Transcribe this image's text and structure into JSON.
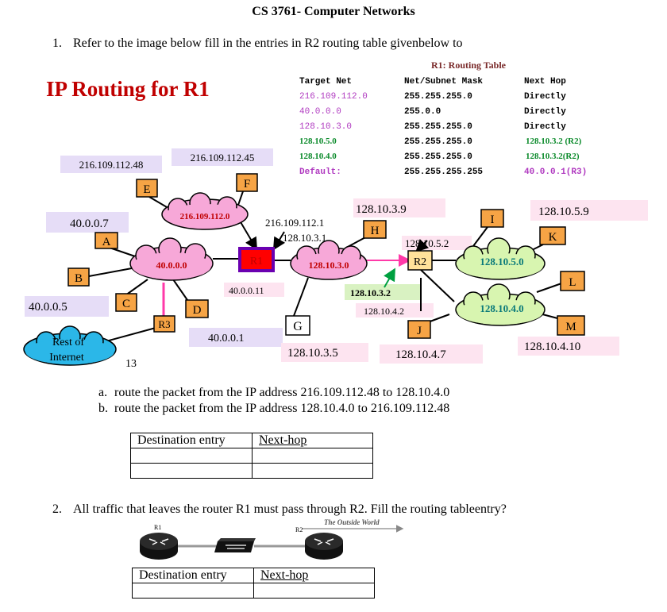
{
  "title": "CS 3761- Computer Networks",
  "q1": {
    "number": "1.",
    "text": "Refer to the image below fill in the entries in R2 routing table givenbelow to",
    "sub_a_letter": "a.",
    "sub_a": "route the packet from the IP address 216.109.112.48 to 128.10.4.0",
    "sub_b_letter": "b.",
    "sub_b": "route the packet from the IP address 128.10.4.0 to 216.109.112.48",
    "table_headers": [
      "Destination entry",
      "Next-hop"
    ]
  },
  "q2": {
    "number": "2.",
    "text": "All traffic that leaves the router R1 must pass through R2. Fill the routing tableentry?",
    "r1_label": "R1",
    "r2_label": "R2",
    "outside_label": "The Outside World",
    "table_headers": [
      "Destination entry",
      "Next-hop"
    ]
  },
  "figure": {
    "heading": "IP Routing for R1",
    "rt_title": "R1: Routing Table",
    "rt_headers": [
      "Target Net",
      "Net/Subnet Mask",
      "Next Hop"
    ],
    "rt_rows": [
      [
        "216.109.112.0",
        "255.255.255.0",
        "Directly"
      ],
      [
        "40.0.0.0",
        "255.0.0",
        "Directly"
      ],
      [
        "128.10.3.0",
        "255.255.255.0",
        "Directly"
      ],
      [
        "128.10.5.0",
        "255.255.255.0",
        "128.10.3.2 (R2)"
      ],
      [
        "128.10.4.0",
        "255.255.255.0",
        "128.10.3.2(R2)"
      ],
      [
        "Default:",
        "255.255.255.255",
        "40.0.0.1(R3)"
      ]
    ],
    "nets": {
      "n216": "216.109.112.0",
      "n40": "40.0.0.0",
      "n128_3": "128.10.3.0",
      "n128_5": "128.10.5.0",
      "n128_4": "128.10.4.0",
      "internet": "Rest of Internet"
    },
    "routers": {
      "r1": "R1",
      "r2": "R2",
      "r3": "R3"
    },
    "hosts": {
      "A": "A",
      "B": "B",
      "C": "C",
      "D": "D",
      "E": "E",
      "F": "F",
      "G": "G",
      "H": "H",
      "I": "I",
      "J": "J",
      "K": "K",
      "L": "L",
      "M": "M"
    },
    "addr": {
      "e": "216.109.112.48",
      "f": "216.109.112.45",
      "a": "40.0.0.7",
      "r1_216": "216.109.112.1",
      "r1_128": "128.10.3.1",
      "h": "128.10.3.9",
      "r2_5": "128.10.5.2",
      "k": "128.10.5.9",
      "r1_40": "40.0.0.11",
      "r2_3": "128.10.3.2",
      "r2_4": "128.10.4.2",
      "c": "40.0.0.5",
      "r3": "40.0.0.1",
      "g": "128.10.3.5",
      "j": "128.10.4.7",
      "m": "128.10.4.10",
      "thirteen": "13"
    }
  },
  "colors": {
    "heading_red": "#c00000",
    "pink_cloud": "#f7a8d8",
    "green_cloud": "#d8f5b0",
    "host_orange": "#f6a445",
    "label_lavender": "#e6ddf7",
    "label_pink": "#fde4f0",
    "label_green": "#d9f2c2",
    "internet_blue": "#2bb7e8",
    "r1_red": "#ff0000",
    "r1_border": "#6a00b0",
    "r2_fill": "#ffe29a"
  }
}
